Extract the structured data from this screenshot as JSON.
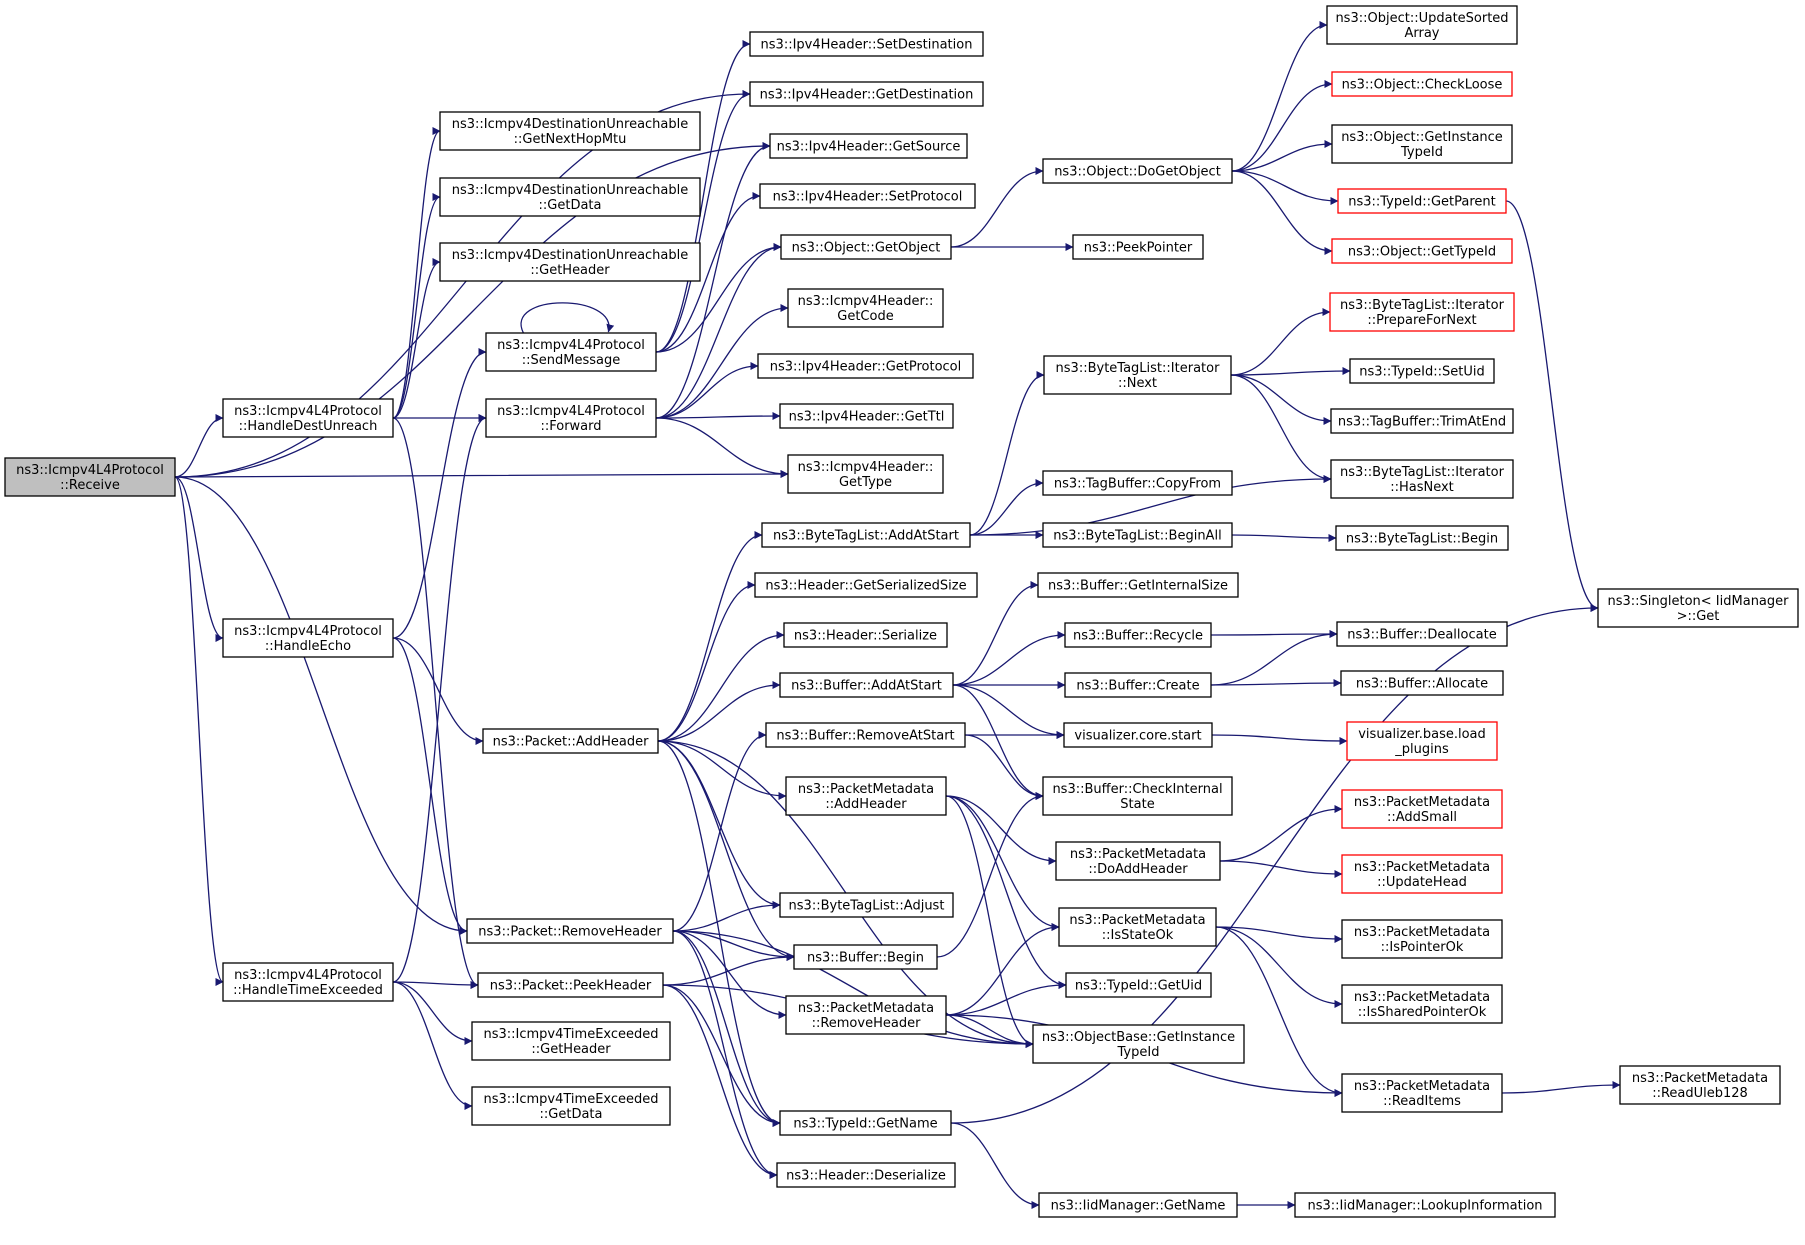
{
  "colors": {
    "edge": "#191970",
    "node_border": "#000000",
    "truncated_border": "#ff0000",
    "root_fill": "#bfbfbf",
    "node_fill": "#ffffff"
  },
  "nodes": [
    {
      "id": "receive",
      "lines": [
        "ns3::Icmpv4L4Protocol",
        "::Receive"
      ],
      "root": true
    },
    {
      "id": "handleDestUnreach",
      "lines": [
        "ns3::Icmpv4L4Protocol",
        "::HandleDestUnreach"
      ]
    },
    {
      "id": "handleEcho",
      "lines": [
        "ns3::Icmpv4L4Protocol",
        "::HandleEcho"
      ]
    },
    {
      "id": "handleTimeExceeded",
      "lines": [
        "ns3::Icmpv4L4Protocol",
        "::HandleTimeExceeded"
      ]
    },
    {
      "id": "du_getNextHopMtu",
      "lines": [
        "ns3::Icmpv4DestinationUnreachable",
        "::GetNextHopMtu"
      ]
    },
    {
      "id": "du_getData",
      "lines": [
        "ns3::Icmpv4DestinationUnreachable",
        "::GetData"
      ]
    },
    {
      "id": "du_getHeader",
      "lines": [
        "ns3::Icmpv4DestinationUnreachable",
        "::GetHeader"
      ]
    },
    {
      "id": "sendMessage",
      "lines": [
        "ns3::Icmpv4L4Protocol",
        "::SendMessage"
      ]
    },
    {
      "id": "forward",
      "lines": [
        "ns3::Icmpv4L4Protocol",
        "::Forward"
      ]
    },
    {
      "id": "packetAddHeader",
      "lines": [
        "ns3::Packet::AddHeader"
      ]
    },
    {
      "id": "packetRemoveHeader",
      "lines": [
        "ns3::Packet::RemoveHeader"
      ]
    },
    {
      "id": "packetPeekHeader",
      "lines": [
        "ns3::Packet::PeekHeader"
      ]
    },
    {
      "id": "te_getHeader",
      "lines": [
        "ns3::Icmpv4TimeExceeded",
        "::GetHeader"
      ]
    },
    {
      "id": "te_getData",
      "lines": [
        "ns3::Icmpv4TimeExceeded",
        "::GetData"
      ]
    },
    {
      "id": "ipv4SetDestination",
      "lines": [
        "ns3::Ipv4Header::SetDestination"
      ]
    },
    {
      "id": "ipv4GetDestination",
      "lines": [
        "ns3::Ipv4Header::GetDestination"
      ]
    },
    {
      "id": "ipv4GetSource",
      "lines": [
        "ns3::Ipv4Header::GetSource"
      ]
    },
    {
      "id": "ipv4SetProtocol",
      "lines": [
        "ns3::Ipv4Header::SetProtocol"
      ]
    },
    {
      "id": "objectGetObject",
      "lines": [
        "ns3::Object::GetObject"
      ]
    },
    {
      "id": "icmpGetCode",
      "lines": [
        "ns3::Icmpv4Header::",
        "GetCode"
      ]
    },
    {
      "id": "ipv4GetProtocol",
      "lines": [
        "ns3::Ipv4Header::GetProtocol"
      ]
    },
    {
      "id": "ipv4GetTtl",
      "lines": [
        "ns3::Ipv4Header::GetTtl"
      ]
    },
    {
      "id": "icmpGetType",
      "lines": [
        "ns3::Icmpv4Header::",
        "GetType"
      ]
    },
    {
      "id": "btlAddAtStart",
      "lines": [
        "ns3::ByteTagList::AddAtStart"
      ]
    },
    {
      "id": "headerGetSerializedSize",
      "lines": [
        "ns3::Header::GetSerializedSize"
      ]
    },
    {
      "id": "headerSerialize",
      "lines": [
        "ns3::Header::Serialize"
      ]
    },
    {
      "id": "bufferAddAtStart",
      "lines": [
        "ns3::Buffer::AddAtStart"
      ]
    },
    {
      "id": "bufferRemoveAtStart",
      "lines": [
        "ns3::Buffer::RemoveAtStart"
      ]
    },
    {
      "id": "pmAddHeader",
      "lines": [
        "ns3::PacketMetadata",
        "::AddHeader"
      ]
    },
    {
      "id": "btlAdjust",
      "lines": [
        "ns3::ByteTagList::Adjust"
      ]
    },
    {
      "id": "bufferBegin",
      "lines": [
        "ns3::Buffer::Begin"
      ]
    },
    {
      "id": "pmRemoveHeader",
      "lines": [
        "ns3::PacketMetadata",
        "::RemoveHeader"
      ]
    },
    {
      "id": "typeIdGetName",
      "lines": [
        "ns3::TypeId::GetName"
      ]
    },
    {
      "id": "headerDeserialize",
      "lines": [
        "ns3::Header::Deserialize"
      ]
    },
    {
      "id": "objectDoGetObject",
      "lines": [
        "ns3::Object::DoGetObject"
      ]
    },
    {
      "id": "peekPointer",
      "lines": [
        "ns3::PeekPointer"
      ]
    },
    {
      "id": "btlIterNext",
      "lines": [
        "ns3::ByteTagList::Iterator",
        "::Next"
      ]
    },
    {
      "id": "tagBufferCopyFrom",
      "lines": [
        "ns3::TagBuffer::CopyFrom"
      ]
    },
    {
      "id": "btlBeginAll",
      "lines": [
        "ns3::ByteTagList::BeginAll"
      ]
    },
    {
      "id": "bufferGetInternalSize",
      "lines": [
        "ns3::Buffer::GetInternalSize"
      ]
    },
    {
      "id": "bufferRecycle",
      "lines": [
        "ns3::Buffer::Recycle"
      ]
    },
    {
      "id": "bufferCreate",
      "lines": [
        "ns3::Buffer::Create"
      ]
    },
    {
      "id": "visualizerCoreStart",
      "lines": [
        "visualizer.core.start"
      ]
    },
    {
      "id": "bufferCheckInternalState",
      "lines": [
        "ns3::Buffer::CheckInternal",
        "State"
      ]
    },
    {
      "id": "pmDoAddHeader",
      "lines": [
        "ns3::PacketMetadata",
        "::DoAddHeader"
      ]
    },
    {
      "id": "pmIsStateOk",
      "lines": [
        "ns3::PacketMetadata",
        "::IsStateOk"
      ]
    },
    {
      "id": "typeIdGetUid",
      "lines": [
        "ns3::TypeId::GetUid"
      ]
    },
    {
      "id": "objectBaseGetInstanceTypeId",
      "lines": [
        "ns3::ObjectBase::GetInstance",
        "TypeId"
      ]
    },
    {
      "id": "iidManagerGetName",
      "lines": [
        "ns3::IidManager::GetName"
      ]
    },
    {
      "id": "objectUpdateSortedArray",
      "lines": [
        "ns3::Object::UpdateSorted",
        "Array"
      ]
    },
    {
      "id": "objectCheckLoose",
      "lines": [
        "ns3::Object::CheckLoose"
      ],
      "truncated": true
    },
    {
      "id": "objectGetInstanceTypeId",
      "lines": [
        "ns3::Object::GetInstance",
        "TypeId"
      ]
    },
    {
      "id": "typeIdGetParent",
      "lines": [
        "ns3::TypeId::GetParent"
      ],
      "truncated": true
    },
    {
      "id": "objectGetTypeId",
      "lines": [
        "ns3::Object::GetTypeId"
      ],
      "truncated": true
    },
    {
      "id": "btlIterPrepareForNext",
      "lines": [
        "ns3::ByteTagList::Iterator",
        "::PrepareForNext"
      ],
      "truncated": true
    },
    {
      "id": "typeIdSetUid",
      "lines": [
        "ns3::TypeId::SetUid"
      ]
    },
    {
      "id": "tagBufferTrimAtEnd",
      "lines": [
        "ns3::TagBuffer::TrimAtEnd"
      ]
    },
    {
      "id": "btlIterHasNext",
      "lines": [
        "ns3::ByteTagList::Iterator",
        "::HasNext"
      ]
    },
    {
      "id": "btlBegin",
      "lines": [
        "ns3::ByteTagList::Begin"
      ]
    },
    {
      "id": "bufferDeallocate",
      "lines": [
        "ns3::Buffer::Deallocate"
      ]
    },
    {
      "id": "bufferAllocate",
      "lines": [
        "ns3::Buffer::Allocate"
      ]
    },
    {
      "id": "visualizerBaseLoadPlugins",
      "lines": [
        "visualizer.base.load",
        "_plugins"
      ],
      "truncated": true
    },
    {
      "id": "pmAddSmall",
      "lines": [
        "ns3::PacketMetadata",
        "::AddSmall"
      ],
      "truncated": true
    },
    {
      "id": "pmUpdateHead",
      "lines": [
        "ns3::PacketMetadata",
        "::UpdateHead"
      ],
      "truncated": true
    },
    {
      "id": "pmIsPointerOk",
      "lines": [
        "ns3::PacketMetadata",
        "::IsPointerOk"
      ]
    },
    {
      "id": "pmIsSharedPointerOk",
      "lines": [
        "ns3::PacketMetadata",
        "::IsSharedPointerOk"
      ]
    },
    {
      "id": "pmReadItems",
      "lines": [
        "ns3::PacketMetadata",
        "::ReadItems"
      ]
    },
    {
      "id": "iidManagerLookupInformation",
      "lines": [
        "ns3::IidManager::LookupInformation"
      ]
    },
    {
      "id": "singletonGet",
      "lines": [
        "ns3::Singleton< IidManager",
        ">::Get"
      ]
    },
    {
      "id": "pmReadUleb128",
      "lines": [
        "ns3::PacketMetadata",
        "::ReadUleb128"
      ]
    }
  ],
  "edges": [
    [
      "receive",
      "handleDestUnreach"
    ],
    [
      "receive",
      "handleEcho"
    ],
    [
      "receive",
      "handleTimeExceeded"
    ],
    [
      "receive",
      "ipv4GetDestination"
    ],
    [
      "receive",
      "ipv4GetSource"
    ],
    [
      "receive",
      "icmpGetType"
    ],
    [
      "receive",
      "packetRemoveHeader"
    ],
    [
      "handleDestUnreach",
      "du_getNextHopMtu"
    ],
    [
      "handleDestUnreach",
      "du_getData"
    ],
    [
      "handleDestUnreach",
      "du_getHeader"
    ],
    [
      "handleDestUnreach",
      "forward"
    ],
    [
      "handleDestUnreach",
      "packetPeekHeader"
    ],
    [
      "handleEcho",
      "sendMessage"
    ],
    [
      "handleEcho",
      "packetAddHeader"
    ],
    [
      "handleEcho",
      "packetRemoveHeader"
    ],
    [
      "handleTimeExceeded",
      "forward"
    ],
    [
      "handleTimeExceeded",
      "packetPeekHeader"
    ],
    [
      "handleTimeExceeded",
      "te_getHeader"
    ],
    [
      "handleTimeExceeded",
      "te_getData"
    ],
    [
      "sendMessage",
      "sendMessage"
    ],
    [
      "sendMessage",
      "ipv4SetDestination"
    ],
    [
      "sendMessage",
      "ipv4GetDestination"
    ],
    [
      "sendMessage",
      "objectGetObject"
    ],
    [
      "sendMessage",
      "ipv4SetProtocol"
    ],
    [
      "forward",
      "ipv4GetSource"
    ],
    [
      "forward",
      "objectGetObject"
    ],
    [
      "forward",
      "icmpGetCode"
    ],
    [
      "forward",
      "ipv4GetProtocol"
    ],
    [
      "forward",
      "ipv4GetTtl"
    ],
    [
      "forward",
      "icmpGetType"
    ],
    [
      "objectGetObject",
      "objectDoGetObject"
    ],
    [
      "objectGetObject",
      "peekPointer"
    ],
    [
      "objectDoGetObject",
      "objectUpdateSortedArray"
    ],
    [
      "objectDoGetObject",
      "objectCheckLoose"
    ],
    [
      "objectDoGetObject",
      "objectGetInstanceTypeId"
    ],
    [
      "objectDoGetObject",
      "typeIdGetParent"
    ],
    [
      "objectDoGetObject",
      "objectGetTypeId"
    ],
    [
      "typeIdGetParent",
      "singletonGet"
    ],
    [
      "packetAddHeader",
      "btlAddAtStart"
    ],
    [
      "packetAddHeader",
      "headerGetSerializedSize"
    ],
    [
      "packetAddHeader",
      "headerSerialize"
    ],
    [
      "packetAddHeader",
      "bufferAddAtStart"
    ],
    [
      "packetAddHeader",
      "pmAddHeader"
    ],
    [
      "packetAddHeader",
      "btlAdjust"
    ],
    [
      "packetAddHeader",
      "bufferBegin"
    ],
    [
      "packetAddHeader",
      "typeIdGetName"
    ],
    [
      "packetAddHeader",
      "objectBaseGetInstanceTypeId"
    ],
    [
      "packetRemoveHeader",
      "bufferRemoveAtStart"
    ],
    [
      "packetRemoveHeader",
      "btlAdjust"
    ],
    [
      "packetRemoveHeader",
      "bufferBegin"
    ],
    [
      "packetRemoveHeader",
      "pmRemoveHeader"
    ],
    [
      "packetRemoveHeader",
      "typeIdGetName"
    ],
    [
      "packetRemoveHeader",
      "headerDeserialize"
    ],
    [
      "packetRemoveHeader",
      "objectBaseGetInstanceTypeId"
    ],
    [
      "packetPeekHeader",
      "bufferBegin"
    ],
    [
      "packetPeekHeader",
      "typeIdGetName"
    ],
    [
      "packetPeekHeader",
      "headerDeserialize"
    ],
    [
      "packetPeekHeader",
      "objectBaseGetInstanceTypeId"
    ],
    [
      "btlAddAtStart",
      "btlIterNext"
    ],
    [
      "btlAddAtStart",
      "tagBufferCopyFrom"
    ],
    [
      "btlAddAtStart",
      "btlBeginAll"
    ],
    [
      "btlAddAtStart",
      "btlIterHasNext"
    ],
    [
      "btlIterNext",
      "btlIterPrepareForNext"
    ],
    [
      "btlIterNext",
      "typeIdSetUid"
    ],
    [
      "btlIterNext",
      "tagBufferTrimAtEnd"
    ],
    [
      "btlIterNext",
      "btlIterHasNext"
    ],
    [
      "btlBeginAll",
      "btlBegin"
    ],
    [
      "bufferAddAtStart",
      "bufferGetInternalSize"
    ],
    [
      "bufferAddAtStart",
      "bufferRecycle"
    ],
    [
      "bufferAddAtStart",
      "bufferCreate"
    ],
    [
      "bufferAddAtStart",
      "visualizerCoreStart"
    ],
    [
      "bufferAddAtStart",
      "bufferCheckInternalState"
    ],
    [
      "bufferRecycle",
      "bufferDeallocate"
    ],
    [
      "bufferCreate",
      "bufferDeallocate"
    ],
    [
      "bufferCreate",
      "bufferAllocate"
    ],
    [
      "bufferRemoveAtStart",
      "visualizerCoreStart"
    ],
    [
      "bufferRemoveAtStart",
      "bufferCheckInternalState"
    ],
    [
      "visualizerCoreStart",
      "visualizerBaseLoadPlugins"
    ],
    [
      "pmAddHeader",
      "pmDoAddHeader"
    ],
    [
      "pmAddHeader",
      "pmIsStateOk"
    ],
    [
      "pmAddHeader",
      "typeIdGetUid"
    ],
    [
      "pmAddHeader",
      "objectBaseGetInstanceTypeId"
    ],
    [
      "pmDoAddHeader",
      "pmAddSmall"
    ],
    [
      "pmDoAddHeader",
      "pmUpdateHead"
    ],
    [
      "pmIsStateOk",
      "pmIsPointerOk"
    ],
    [
      "pmIsStateOk",
      "pmIsSharedPointerOk"
    ],
    [
      "pmIsStateOk",
      "pmReadItems"
    ],
    [
      "bufferBegin",
      "bufferCheckInternalState"
    ],
    [
      "pmRemoveHeader",
      "pmIsStateOk"
    ],
    [
      "pmRemoveHeader",
      "typeIdGetUid"
    ],
    [
      "pmRemoveHeader",
      "objectBaseGetInstanceTypeId"
    ],
    [
      "pmRemoveHeader",
      "pmReadItems"
    ],
    [
      "pmReadItems",
      "pmReadUleb128"
    ],
    [
      "typeIdGetName",
      "iidManagerGetName"
    ],
    [
      "typeIdGetName",
      "singletonGet"
    ],
    [
      "iidManagerGetName",
      "iidManagerLookupInformation"
    ]
  ]
}
